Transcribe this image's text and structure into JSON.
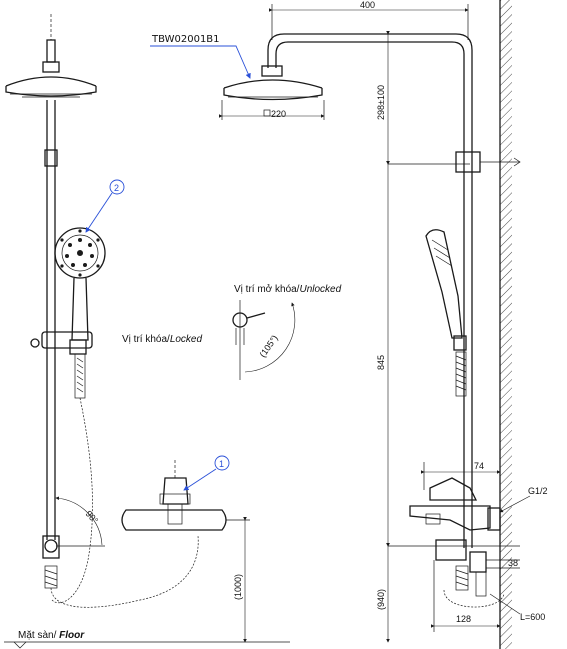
{
  "model_code": "TBW02001B1",
  "callouts": {
    "one": "1",
    "two": "2"
  },
  "labels": {
    "unlocked": "Vị trí mở khóa/",
    "unlocked_en": "Unlocked",
    "locked": "Vị trí khóa/",
    "locked_en": "Locked",
    "floor": "Mặt sàn/ ",
    "floor_en": "Floor"
  },
  "dimensions": {
    "top_width": "400",
    "head_diameter": "220",
    "head_height": "298±100",
    "riser_height": "845",
    "lock_angle": "(105°)",
    "faucet_angle": "90°",
    "spout_offset": "74",
    "inlet_thread": "G1/2",
    "outlet_offset": "38",
    "hose_length": "L=600",
    "mixer_height_left": "(1000)",
    "mixer_height_right": "(940)",
    "wall_offset": "128"
  }
}
